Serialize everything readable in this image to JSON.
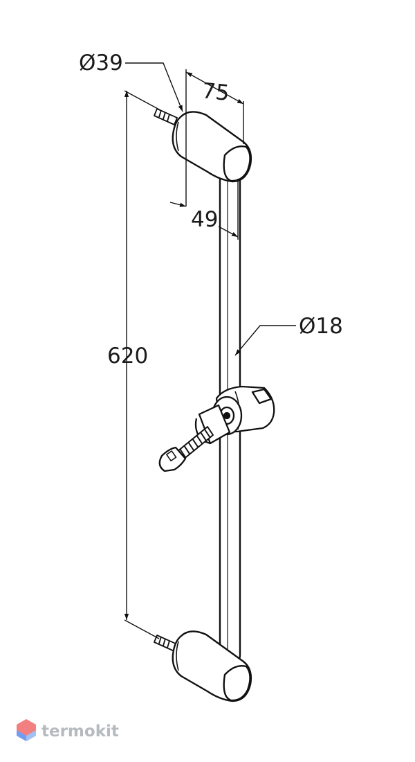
{
  "dimensions": {
    "holder_diameter": "Ø39",
    "wall_offset": "75",
    "bar_offset": "49",
    "bar_diameter": "Ø18",
    "height": "620"
  },
  "watermark": {
    "brand": "termokit",
    "logo": "termokit-logo-icon",
    "color": "#a9aeb3",
    "logo_colors": [
      "#f06a6a",
      "#5b8def",
      "#8fb7f2"
    ]
  }
}
